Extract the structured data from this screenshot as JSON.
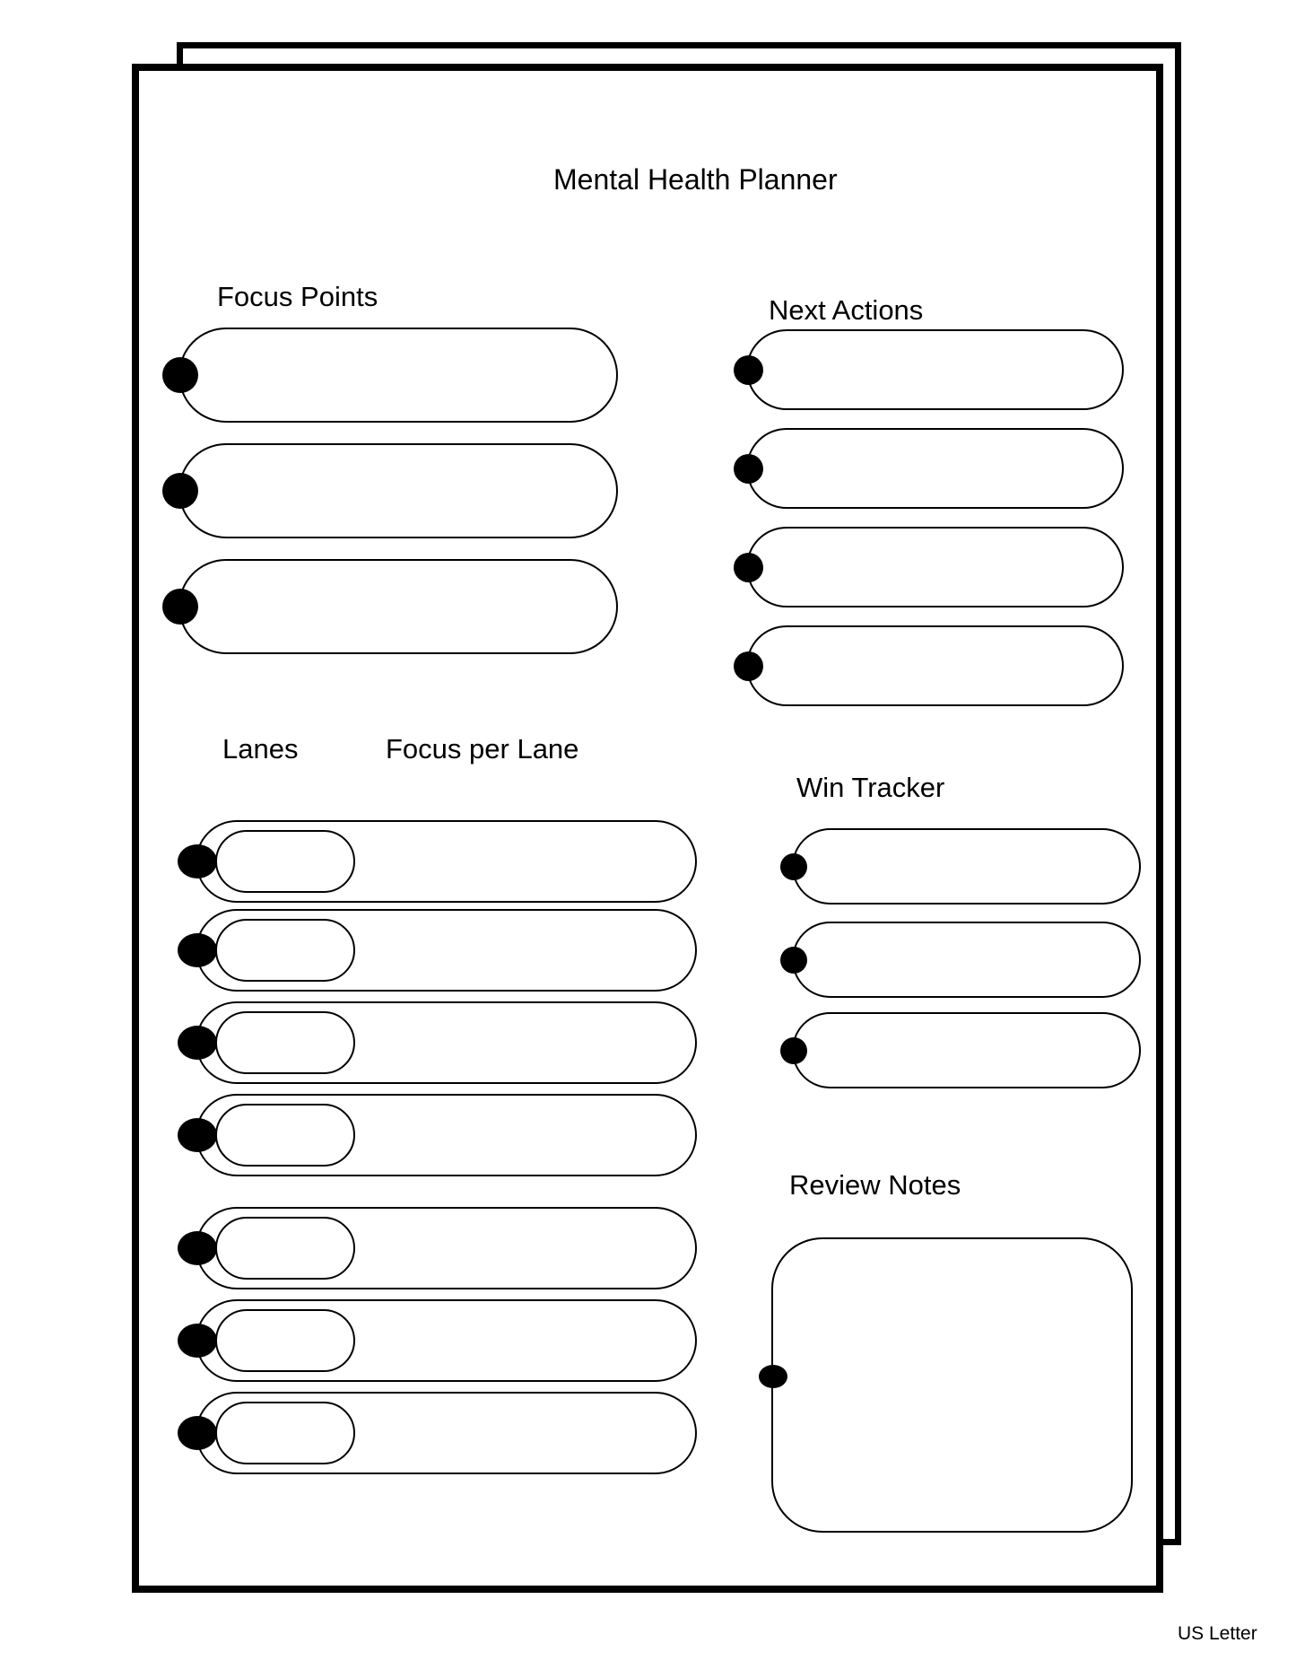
{
  "document": {
    "title": "Mental Health Planner",
    "page_size_label": "US Letter",
    "colors": {
      "ink": "#000000",
      "paper": "#ffffff"
    },
    "sections": {
      "focus_points": {
        "label": "Focus Points",
        "field_count": 3
      },
      "next_actions": {
        "label": "Next Actions",
        "field_count": 4
      },
      "lanes": {
        "label": "Lanes",
        "sublabel": "Focus per Lane",
        "row_count": 7
      },
      "win_tracker": {
        "label": "Win Tracker",
        "field_count": 3
      },
      "review_notes": {
        "label": "Review Notes",
        "field_count": 1
      }
    }
  }
}
